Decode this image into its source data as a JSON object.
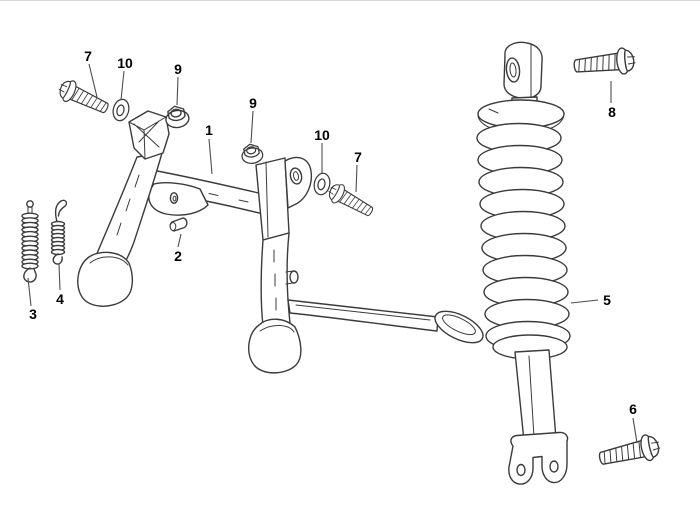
{
  "figure": {
    "background_color": "#ffffff",
    "line_color": "#3b3b3b",
    "label_color": "#000000"
  },
  "callouts": [
    {
      "label": "1"
    },
    {
      "label": "2"
    },
    {
      "label": "3"
    },
    {
      "label": "4"
    },
    {
      "label": "5"
    },
    {
      "label": "6"
    },
    {
      "label": "7"
    },
    {
      "label": "7"
    },
    {
      "label": "8"
    },
    {
      "label": "9"
    },
    {
      "label": "9"
    },
    {
      "label": "10"
    },
    {
      "label": "10"
    }
  ]
}
